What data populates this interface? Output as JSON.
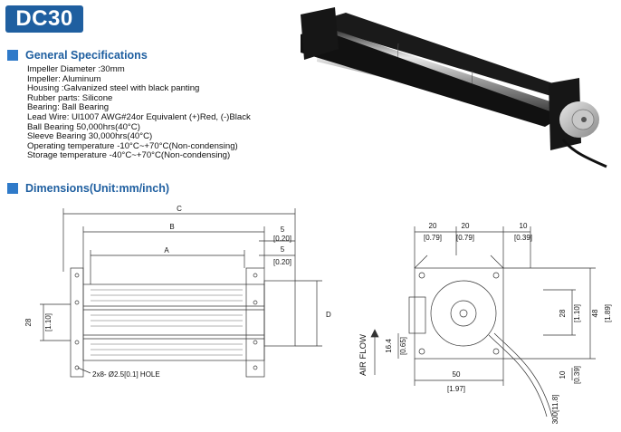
{
  "product": {
    "title": "DC30"
  },
  "general": {
    "heading": "General Specifications",
    "lines": [
      "Impeller Diameter :30mm",
      "Impeller: Aluminum",
      "Housing :Galvanized steel with black panting",
      "Rubber parts: Silicone",
      "Bearing: Ball Bearing",
      "Lead Wire: Ul1007 AWG#24or Equivalent (+)Red, (-)Black",
      "Ball Bearing 50,000hrs(40°C)",
      "Sleeve Bearing 30,000hrs(40°C)",
      "Operating temperature  -10°C~+70°C(Non-condensing)",
      "Storage temperature  -40°C~+70°C(Non-condensing)"
    ]
  },
  "dimensions": {
    "heading": "Dimensions(Unit:mm/inch)",
    "front": {
      "C": "C",
      "B": "B",
      "A": "A",
      "D": "D",
      "dim5_top": "5",
      "dim5_top_in": "[0.20]",
      "dim5_bottom": "5",
      "dim5_bottom_in": "[0.20]",
      "dim28": "28",
      "dim28_in": "[1.10]",
      "hole": "2x8- Ø2.5[0.1]  HOLE"
    },
    "side": {
      "w20a": "20",
      "w20a_in": "[0.79]",
      "w20b": "20",
      "w20b_in": "[0.79]",
      "w10": "10",
      "w10_in": "[0.39]",
      "h28": "28",
      "h28_in": "[1.10]",
      "h48": "48",
      "h48_in": "[1.89]",
      "h16": "16.4",
      "h16_in": "[0.65]",
      "w50": "50",
      "w50_in": "[1.97]",
      "h10": "10",
      "h10_in": "[0.39]",
      "wire": "300[11.8]",
      "airflow": "AIR FLOW"
    }
  }
}
